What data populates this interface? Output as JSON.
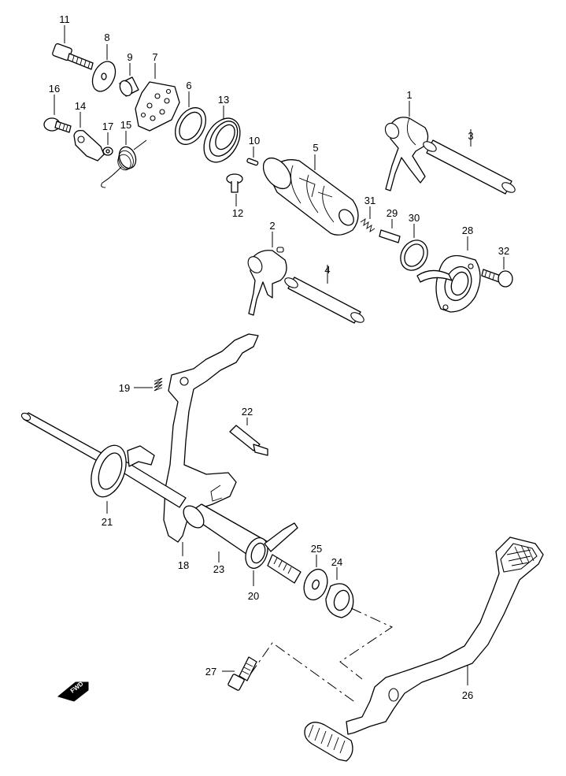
{
  "diagram": {
    "callouts": {
      "c1": "1",
      "c2": "2",
      "c3": "3",
      "c4": "4",
      "c5": "5",
      "c6": "6",
      "c7": "7",
      "c8": "8",
      "c9": "9",
      "c10": "10",
      "c11": "11",
      "c12": "12",
      "c13": "13",
      "c14": "14",
      "c15": "15",
      "c16": "16",
      "c17": "17",
      "c18": "18",
      "c19": "19",
      "c20": "20",
      "c21": "21",
      "c22": "22",
      "c23": "23",
      "c24": "24",
      "c25": "25",
      "c26": "26",
      "c27": "27",
      "c28": "28",
      "c29": "29",
      "c30": "30",
      "c31": "31",
      "c32": "32"
    },
    "fwd_badge": "FWD",
    "icon": "forward-arrow-icon"
  }
}
